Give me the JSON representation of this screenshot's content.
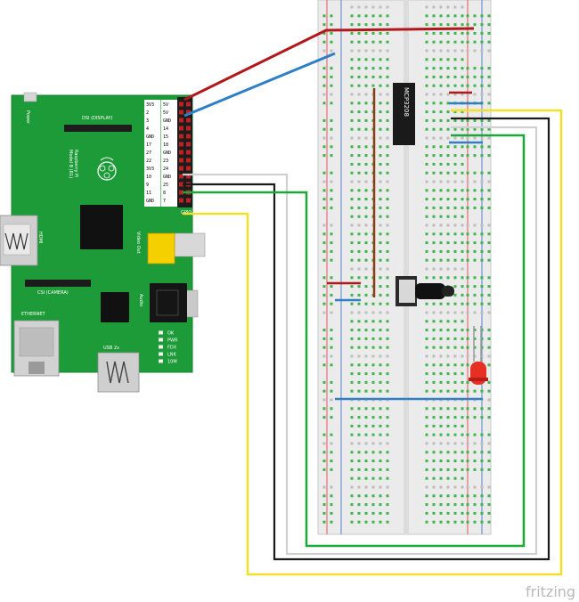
{
  "raspberry_pi": {
    "board_lines": [
      "Raspberry Pi",
      "Model B (R1)"
    ],
    "labels": {
      "power": "Power",
      "dsi": "DSI (DISPLAY)",
      "hdmi": "HDMI",
      "csi": "CSI (CAMERA)",
      "ethernet": "ETHERNET",
      "usb": "USB 2x",
      "video_out": "Video Out",
      "audio": "Audio",
      "gpio": "GPIO"
    },
    "status_leds": [
      "OK",
      "PWR",
      "FDX",
      "LNK",
      "10M"
    ],
    "gpio_left": [
      "3V3",
      "2",
      "3",
      "4",
      "GND",
      "17",
      "27",
      "22",
      "3V3",
      "10",
      "9",
      "11",
      "GND"
    ],
    "gpio_right": [
      "5V",
      "5V",
      "GND",
      "14",
      "15",
      "18",
      "GND",
      "23",
      "24",
      "GND",
      "25",
      "8",
      "7"
    ]
  },
  "chip": {
    "label": "MCP3208"
  },
  "brand": {
    "text": "fritzing"
  },
  "colors": {
    "board_green": "#1e9b39",
    "wire_red": "#b0181b",
    "wire_blue": "#2f7fc6",
    "wire_yellow": "#f0e02a",
    "wire_green": "#1aa83a",
    "wire_black": "#1a1a1a",
    "wire_white": "#d0d0d0",
    "wire_brown": "#8a3e14",
    "led_red": "#e63023",
    "breadboard": "#ebebeb",
    "hole_green": "#3cb54a"
  }
}
